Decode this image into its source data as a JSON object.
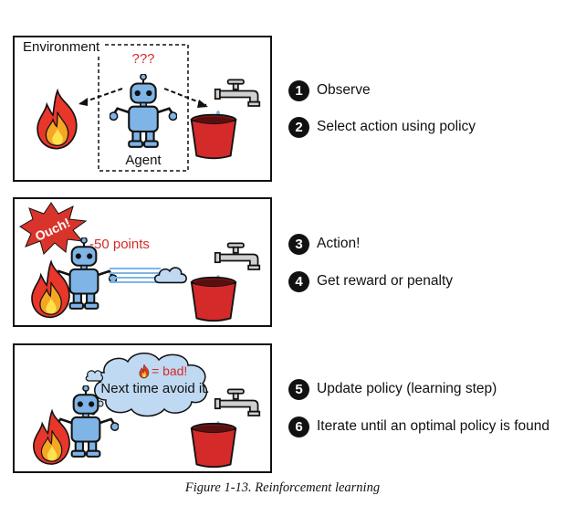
{
  "panels": {
    "p1": {
      "environment_label": "Environment",
      "question": "???",
      "agent_label": "Agent"
    },
    "p2": {
      "ouch": "Ouch!",
      "points": "-50 points"
    },
    "p3": {
      "bubble_top": "= bad!",
      "bubble_bottom": "Next time avoid it."
    }
  },
  "steps": [
    {
      "number": "1",
      "text": "Observe"
    },
    {
      "number": "2",
      "text": "Select action using policy"
    },
    {
      "number": "3",
      "text": "Action!"
    },
    {
      "number": "4",
      "text": "Get reward or penalty"
    },
    {
      "number": "5",
      "text": "Update policy (learning step)"
    },
    {
      "number": "6",
      "text": "Iterate until an optimal policy is found"
    }
  ],
  "caption": "Figure 1-13. Reinforcement learning",
  "colors": {
    "robot_blue": "#7fb4e6",
    "bucket_red": "#d42a2a",
    "fire_red": "#e8362a",
    "fire_orange": "#f5a623",
    "fire_yellow": "#ffe14d",
    "question_red": "#d42a2a",
    "ouch_red": "#d9342b",
    "cloud_blue": "#bfd9f2"
  },
  "icons": [
    "fire-icon",
    "robot-icon",
    "faucet-icon",
    "bucket-icon",
    "cloud-icon",
    "speech-bubble-icon"
  ]
}
